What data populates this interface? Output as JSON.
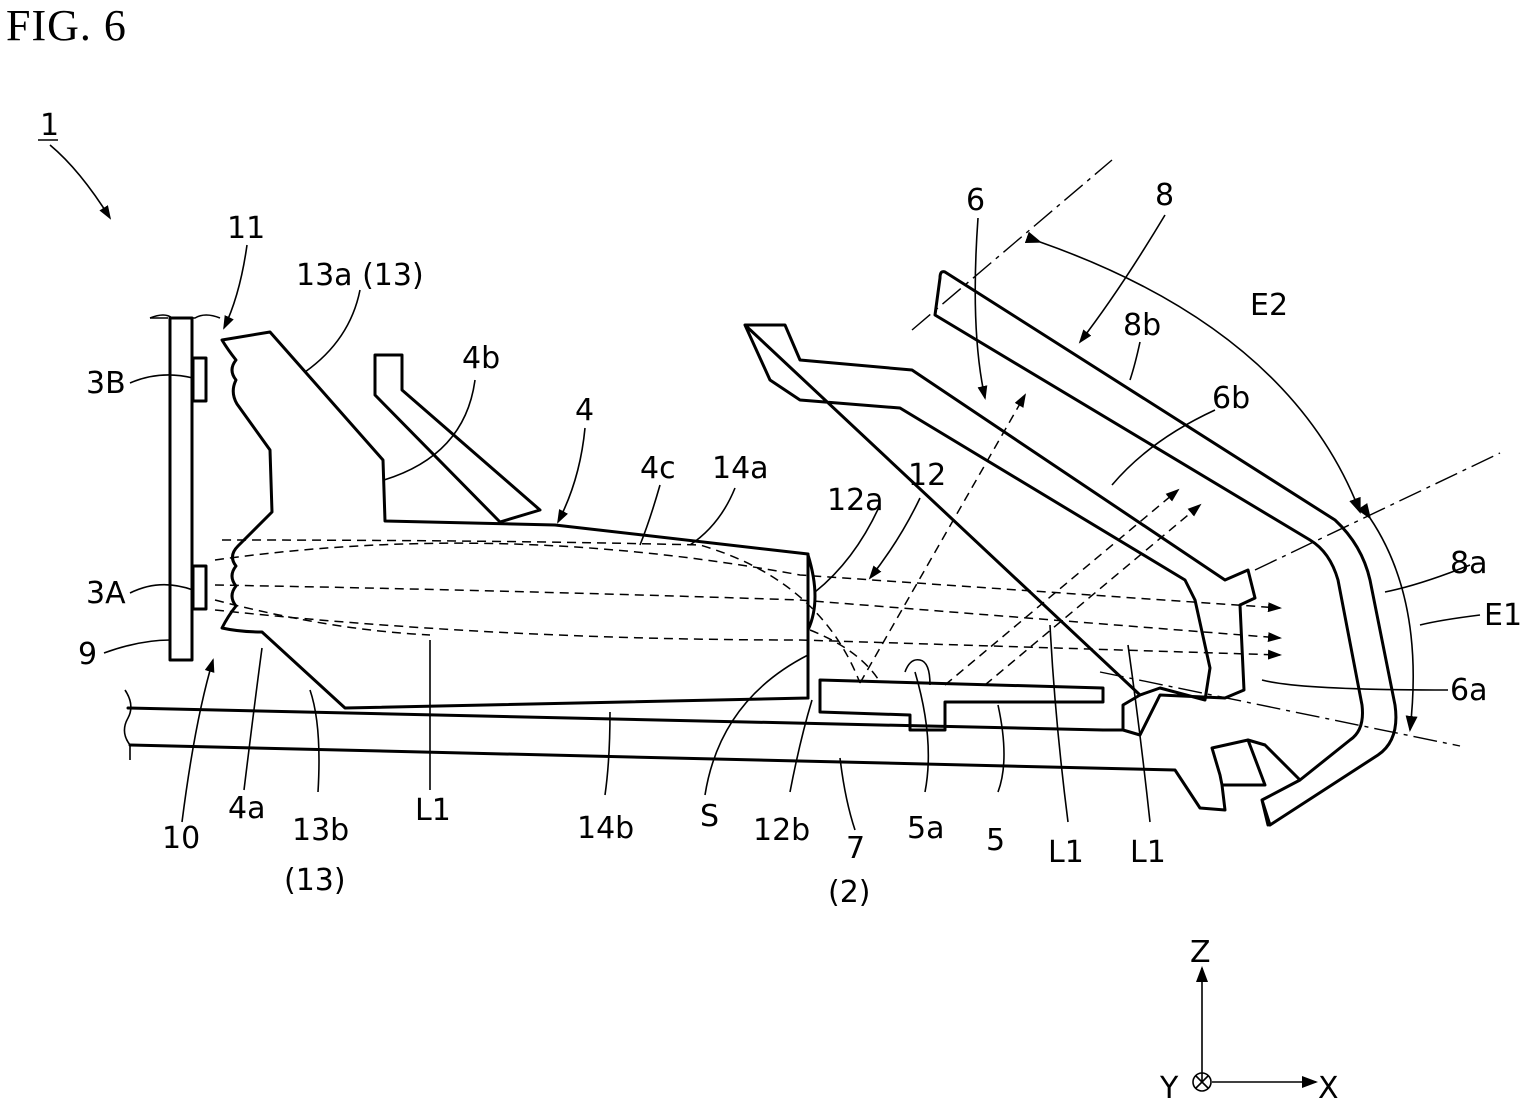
{
  "figure_title": "FIG. 6",
  "labels": {
    "l1": "1",
    "l11": "11",
    "l13a": "13a (13)",
    "l3B": "3B",
    "l4b": "4b",
    "l4": "4",
    "l4c": "4c",
    "l14a": "14a",
    "l12a": "12a",
    "l12": "12",
    "l6": "6",
    "l8": "8",
    "l8b": "8b",
    "lE2": "E2",
    "l6b": "6b",
    "l3A": "3A",
    "l9": "9",
    "l8a": "8a",
    "lE1": "E1",
    "l6a": "6a",
    "l10": "10",
    "l4a": "4a",
    "l13b": "13b",
    "l13b2": "(13)",
    "lL1a": "L1",
    "l14b": "14b",
    "lS": "S",
    "l12b": "12b",
    "l7": "7",
    "l7b": "(2)",
    "l5a": "5a",
    "l5": "5",
    "lL1b": "L1",
    "lL1c": "L1"
  },
  "axes": {
    "z": "Z",
    "x": "X",
    "y": "Y"
  }
}
